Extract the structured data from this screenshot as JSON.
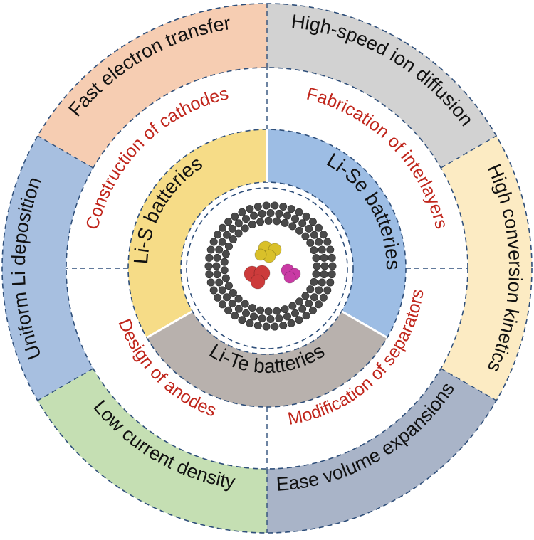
{
  "colors": {
    "outer_orange": "#f6cdb2",
    "outer_gray": "#d2d2d2",
    "outer_yellow": "#fcebc3",
    "outer_slate": "#a9b4c8",
    "outer_green": "#c5dfb3",
    "outer_blue": "#a7bfe0",
    "middle_text": "#c0261c",
    "inner_yellow": "#f6dc87",
    "inner_blue": "#9dbde4",
    "inner_gray": "#b8b1ad",
    "ring_border": "#2f4f7a",
    "atom_gray": "#4a4a4a",
    "atom_yellow": "#d9c02a",
    "atom_red": "#cc3b3b",
    "atom_magenta": "#c93aa4"
  },
  "outer_ring": [
    {
      "label": "Fast electron transfer",
      "color": "#f6cdb2"
    },
    {
      "label": "High-speed ion diffusion",
      "color": "#d2d2d2"
    },
    {
      "label": "High conversion kinetics",
      "color": "#fcebc3"
    },
    {
      "label": "Ease volume expansions",
      "color": "#a9b4c8"
    },
    {
      "label": "Low current density",
      "color": "#c5dfb3"
    },
    {
      "label": "Uniform Li deposition",
      "color": "#a7bfe0"
    }
  ],
  "middle_ring": [
    {
      "label": "Construction of cathodes"
    },
    {
      "label": "Fabrication of interlayers"
    },
    {
      "label": "Modification of separators"
    },
    {
      "label": "Design of anodes"
    }
  ],
  "inner_ring": [
    {
      "label": "Li-S batteries",
      "color": "#f6dc87"
    },
    {
      "label": "Li-Se batteries",
      "color": "#9dbde4"
    },
    {
      "label": "Li-Te batteries",
      "color": "#b8b1ad"
    }
  ],
  "center": {
    "illustration": "carbon-nanotube-with-atoms"
  }
}
